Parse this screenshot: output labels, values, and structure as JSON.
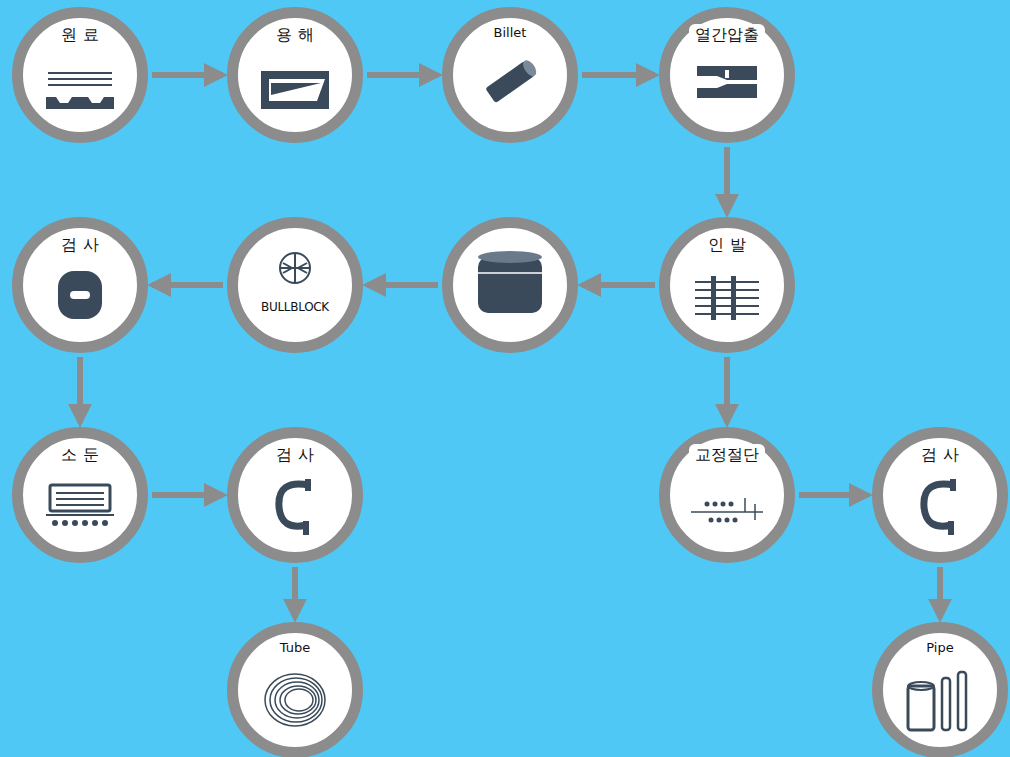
{
  "diagram": {
    "nodes": [
      {
        "text": [
          "원 료"
        ]
      },
      {
        "text": [
          "용 해"
        ]
      },
      {
        "text": [
          "Billet"
        ]
      },
      {
        "text": [
          "열간압출"
        ]
      },
      {
        "text": [
          "검 사"
        ]
      },
      {
        "text": [
          "BULLBLOCK"
        ]
      },
      {
        "text": []
      },
      {
        "text": [
          "인 발"
        ]
      },
      {
        "text": [
          "소 둔"
        ]
      },
      {
        "text": [
          "검 사"
        ]
      },
      {
        "text": [
          "교정절단"
        ]
      },
      {
        "text": [
          "검 사"
        ]
      },
      {
        "text": [
          "Tube"
        ]
      },
      {
        "text": [
          "Pipe"
        ]
      }
    ],
    "edges": [
      {
        "from": 0,
        "to": 1,
        "arrow": "to"
      },
      {
        "from": 1,
        "to": 2,
        "arrow": "to"
      },
      {
        "from": 2,
        "to": 3,
        "arrow": "to"
      },
      {
        "from": 3,
        "to": 7,
        "arrow": "to"
      },
      {
        "from": 7,
        "to": 6,
        "arrow": "to"
      },
      {
        "from": 6,
        "to": 5,
        "arrow": "to"
      },
      {
        "from": 5,
        "to": 4,
        "arrow": "to"
      },
      {
        "from": 4,
        "to": 8,
        "arrow": "to"
      },
      {
        "from": 8,
        "to": 9,
        "arrow": "to"
      },
      {
        "from": 9,
        "to": 12,
        "arrow": "to"
      },
      {
        "from": 7,
        "to": 10,
        "arrow": "to"
      },
      {
        "from": 10,
        "to": 11,
        "arrow": "to"
      },
      {
        "from": 11,
        "to": 13,
        "arrow": "to"
      }
    ]
  }
}
